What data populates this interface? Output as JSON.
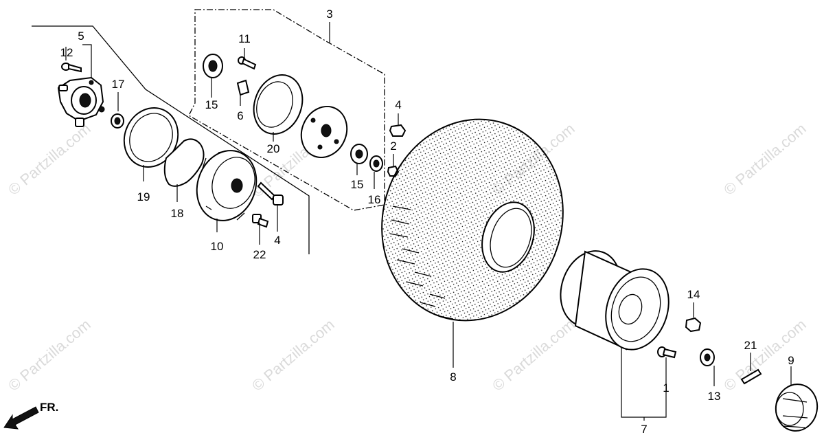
{
  "diagram": {
    "watermark": "© Partzilla.com",
    "direction_label": "FR.",
    "callouts": {
      "c1": "1",
      "c2": "2",
      "c3": "3",
      "c4a": "4",
      "c4b": "4",
      "c5": "5",
      "c6": "6",
      "c7": "7",
      "c8": "8",
      "c9": "9",
      "c10": "10",
      "c11": "11",
      "c12": "12",
      "c13": "13",
      "c14": "14",
      "c15a": "15",
      "c15b": "15",
      "c16": "16",
      "c17": "17",
      "c18": "18",
      "c19": "19",
      "c20": "20",
      "c21": "21",
      "c22": "22"
    }
  }
}
